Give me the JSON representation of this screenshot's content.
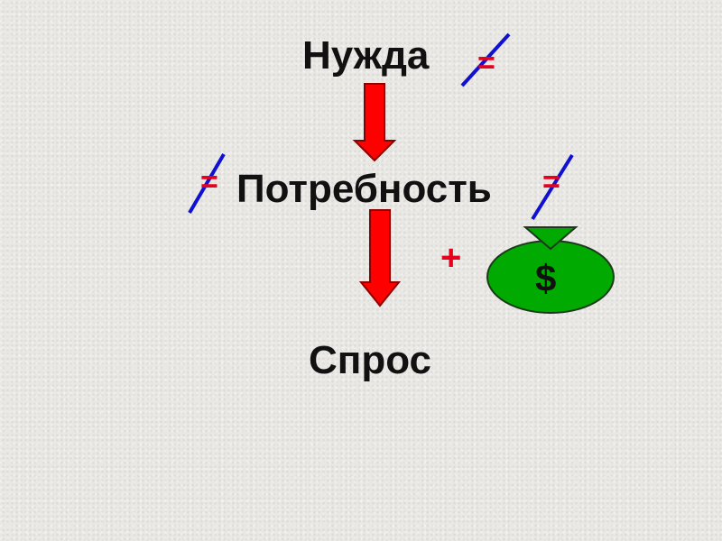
{
  "diagram": {
    "top_term": "Нужда",
    "middle_term": "Потребность",
    "bottom_term": "Спрос",
    "not_equal_symbol": "=",
    "plus_symbol": "+",
    "money_symbol": "$"
  },
  "colors": {
    "arrow_fill": "#ff0000",
    "arrow_stroke": "#8b0000",
    "slash": "#1010d0",
    "symbol_red": "#e8001c",
    "bag_fill": "#00aa00",
    "bag_stroke": "#1a3a1a"
  },
  "icons": [
    "down-arrow-icon",
    "money-bag-icon",
    "not-equal-icon"
  ]
}
